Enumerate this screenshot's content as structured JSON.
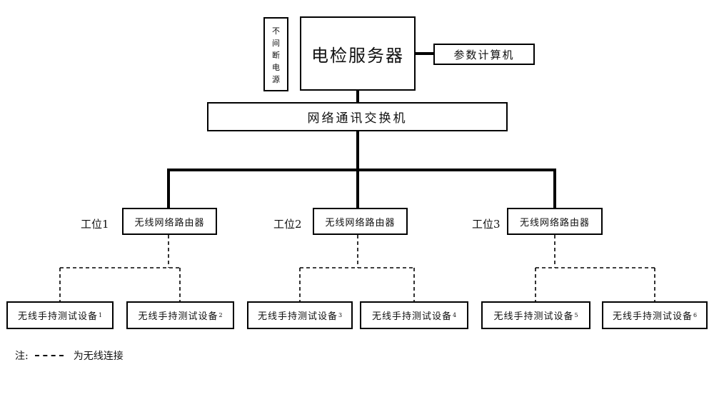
{
  "diagram": {
    "server": {
      "label": "电检服务器"
    },
    "ups": {
      "chars": [
        "不",
        "间",
        "断",
        "电",
        "源"
      ]
    },
    "parameter_computer": {
      "label": "参数计算机"
    },
    "network_switch": {
      "label": "网络通讯交换机"
    },
    "stations": [
      {
        "label": "工位1",
        "router": "无线网络路由器"
      },
      {
        "label": "工位2",
        "router": "无线网络路由器"
      },
      {
        "label": "工位3",
        "router": "无线网络路由器"
      }
    ],
    "devices": [
      {
        "label": "无线手持测试设备",
        "index": "1"
      },
      {
        "label": "无线手持测试设备",
        "index": "2"
      },
      {
        "label": "无线手持测试设备",
        "index": "3"
      },
      {
        "label": "无线手持测试设备",
        "index": "4"
      },
      {
        "label": "无线手持测试设备",
        "index": "5"
      },
      {
        "label": "无线手持测试设备",
        "index": "6"
      }
    ],
    "note": {
      "prefix": "注:",
      "text": "为无线连接"
    }
  }
}
